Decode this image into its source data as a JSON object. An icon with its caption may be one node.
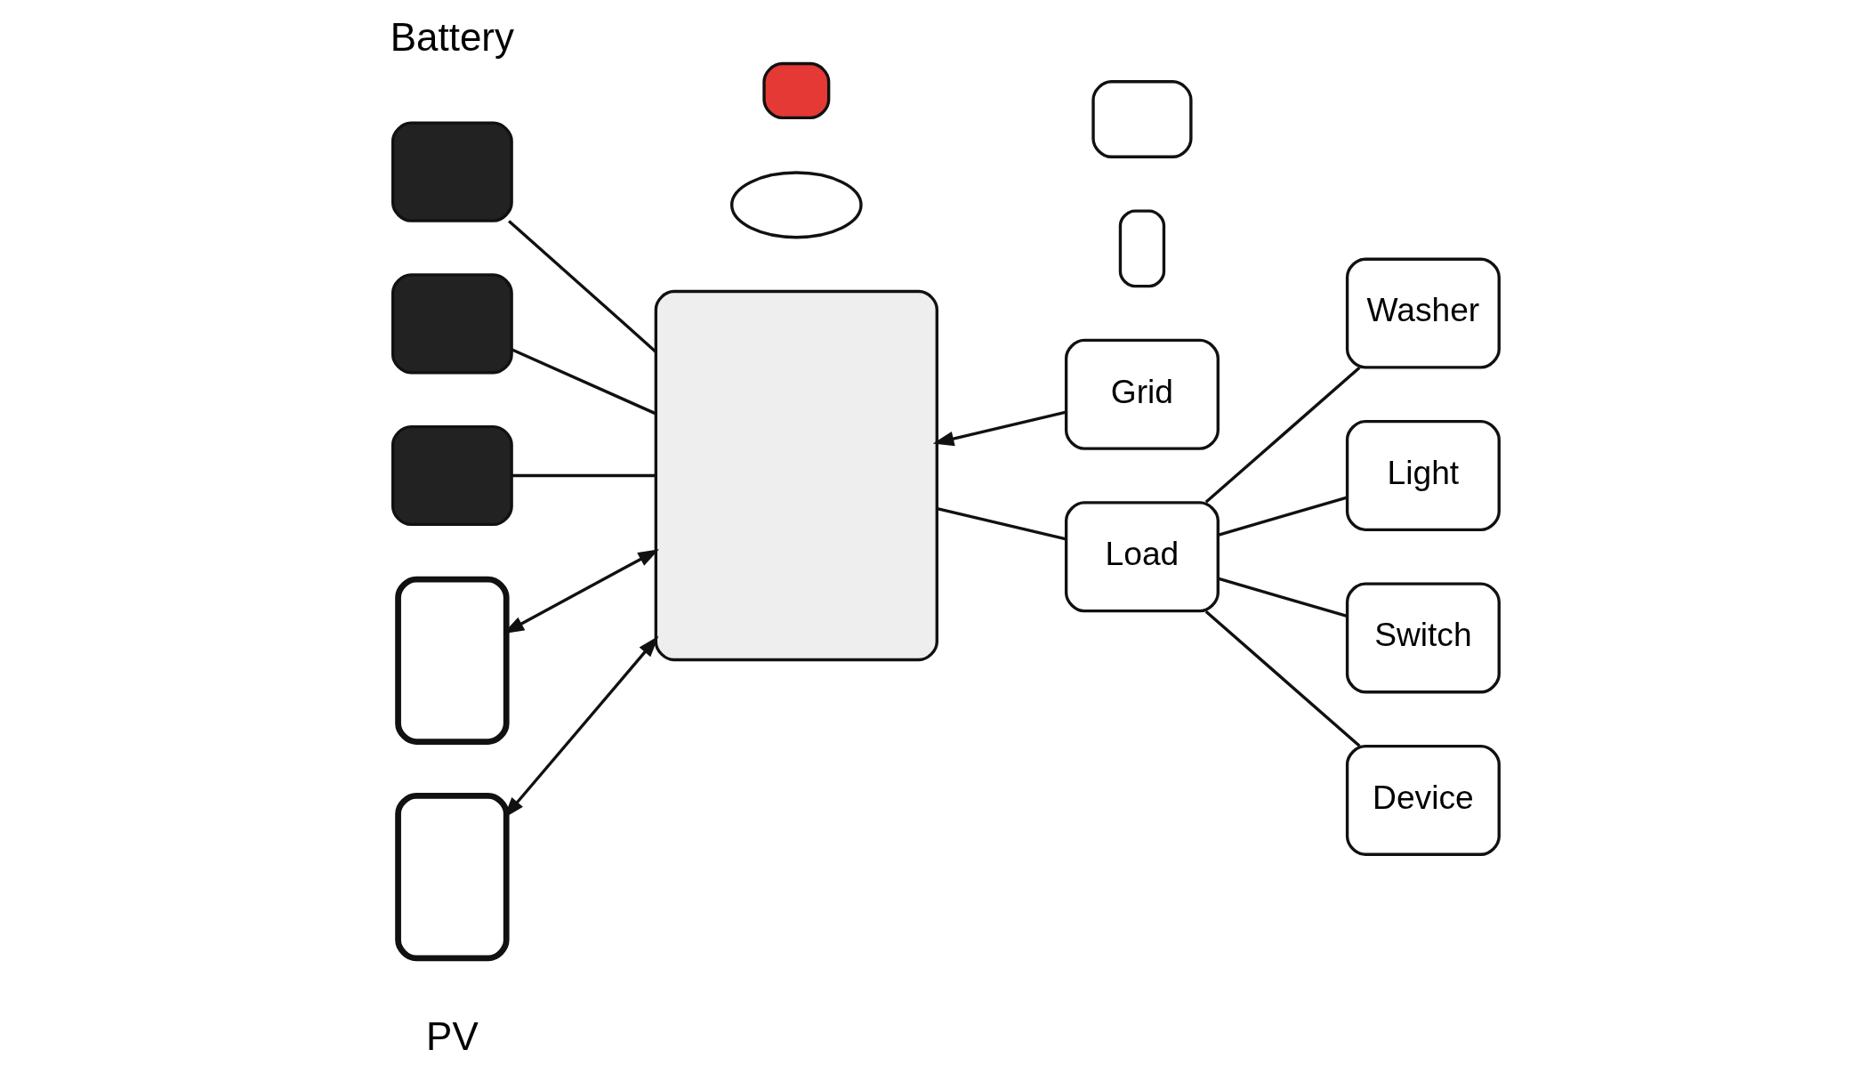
{
  "diagram": {
    "nodes": [
      {
        "text": [],
        "shape": "box"
      },
      {
        "text": [],
        "shape": "box"
      },
      {
        "text": [],
        "shape": "box"
      },
      {
        "text": [],
        "shape": "cloud"
      },
      {
        "text": [],
        "shape": "box"
      },
      {
        "text": [],
        "shape": "box"
      },
      {
        "text": [],
        "shape": "box"
      },
      {
        "text": [],
        "shape": "box"
      },
      {
        "text": [
          "Grid"
        ]
      },
      {
        "text": [],
        "shape": "box"
      },
      {
        "text": [],
        "shape": "box"
      },
      {
        "text": [
          "Load"
        ]
      },
      {
        "text": [
          "Washer"
        ]
      },
      {
        "text": [
          "Light"
        ]
      },
      {
        "text": [
          "Switch"
        ]
      },
      {
        "text": [
          "Device"
        ]
      }
    ],
    "edges": [
      {
        "from": 0,
        "to": 7,
        "arrow": "none"
      },
      {
        "from": 1,
        "to": 7,
        "arrow": "none"
      },
      {
        "from": 2,
        "to": 7,
        "arrow": "none"
      },
      {
        "from": 8,
        "to": 7,
        "arrow": "to"
      },
      {
        "from": 9,
        "to": 7,
        "arrow": "both"
      },
      {
        "from": 10,
        "to": 7,
        "arrow": "both"
      },
      {
        "from": 7,
        "to": 11,
        "arrow": "none"
      },
      {
        "from": 11,
        "to": 12,
        "arrow": "none"
      },
      {
        "from": 11,
        "to": 13,
        "arrow": "none"
      },
      {
        "from": 11,
        "to": 14,
        "arrow": "none"
      },
      {
        "from": 11,
        "to": 15,
        "arrow": "none"
      }
    ],
    "labels": [
      "PV",
      "Battery"
    ]
  }
}
